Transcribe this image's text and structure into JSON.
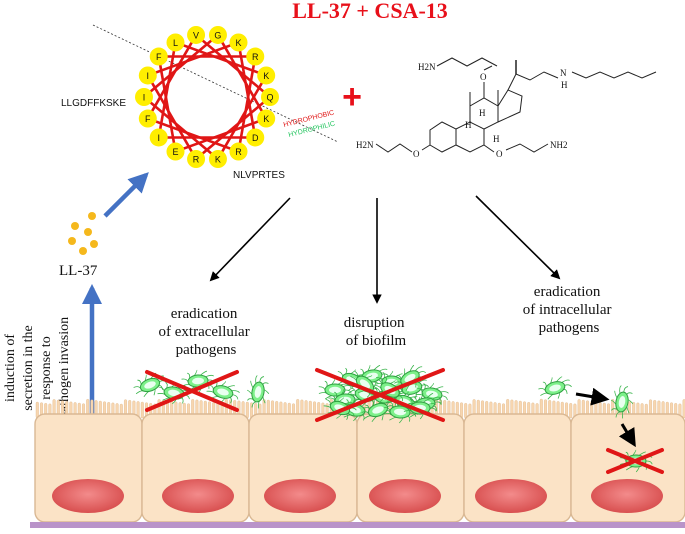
{
  "title": "LL-37 + CSA-13",
  "plus_sign": "+",
  "helix": {
    "left_sequence": "LLGDFFKSKE",
    "bottom_sequence": "NLVPRTES",
    "hydrophobic_label": "HYDROPHOBIC",
    "hydrophilic_label": "HYDROPHILIC",
    "residues": [
      "F",
      "I",
      "I",
      "F",
      "L",
      "V",
      "G",
      "K",
      "R",
      "K",
      "Q",
      "K",
      "D",
      "R",
      "K",
      "R",
      "E",
      "I"
    ]
  },
  "molecule": {
    "amine_top": "H2N",
    "amine_left": "H2N",
    "amine_right": "NH2",
    "nh": "N",
    "nh_h": "H",
    "o_label": "O",
    "h_label": "H"
  },
  "ll37_label": "LL-37",
  "induction_lines": [
    "induction of",
    "secretion in the",
    "response to",
    "pathogen invasion"
  ],
  "outcomes": [
    {
      "lines": [
        "eradication",
        "of extracellular",
        "pathogens"
      ]
    },
    {
      "lines": [
        "disruption",
        "of biofilm"
      ]
    },
    {
      "lines": [
        "eradication",
        "of intracellular",
        "pathogens"
      ]
    }
  ],
  "colors": {
    "title": "#e8101a",
    "residue": "#ffee00",
    "helix_lines": "#e01616",
    "hydrophobic": "#e01616",
    "hydrophilic": "#22c55e",
    "blue_arrow": "#4472c4",
    "bacteria": "#7df08a",
    "cross": "#e01616",
    "cell_fill": "#fbe3c6",
    "nucleus": "#e56565",
    "membrane": "#b993c9"
  }
}
